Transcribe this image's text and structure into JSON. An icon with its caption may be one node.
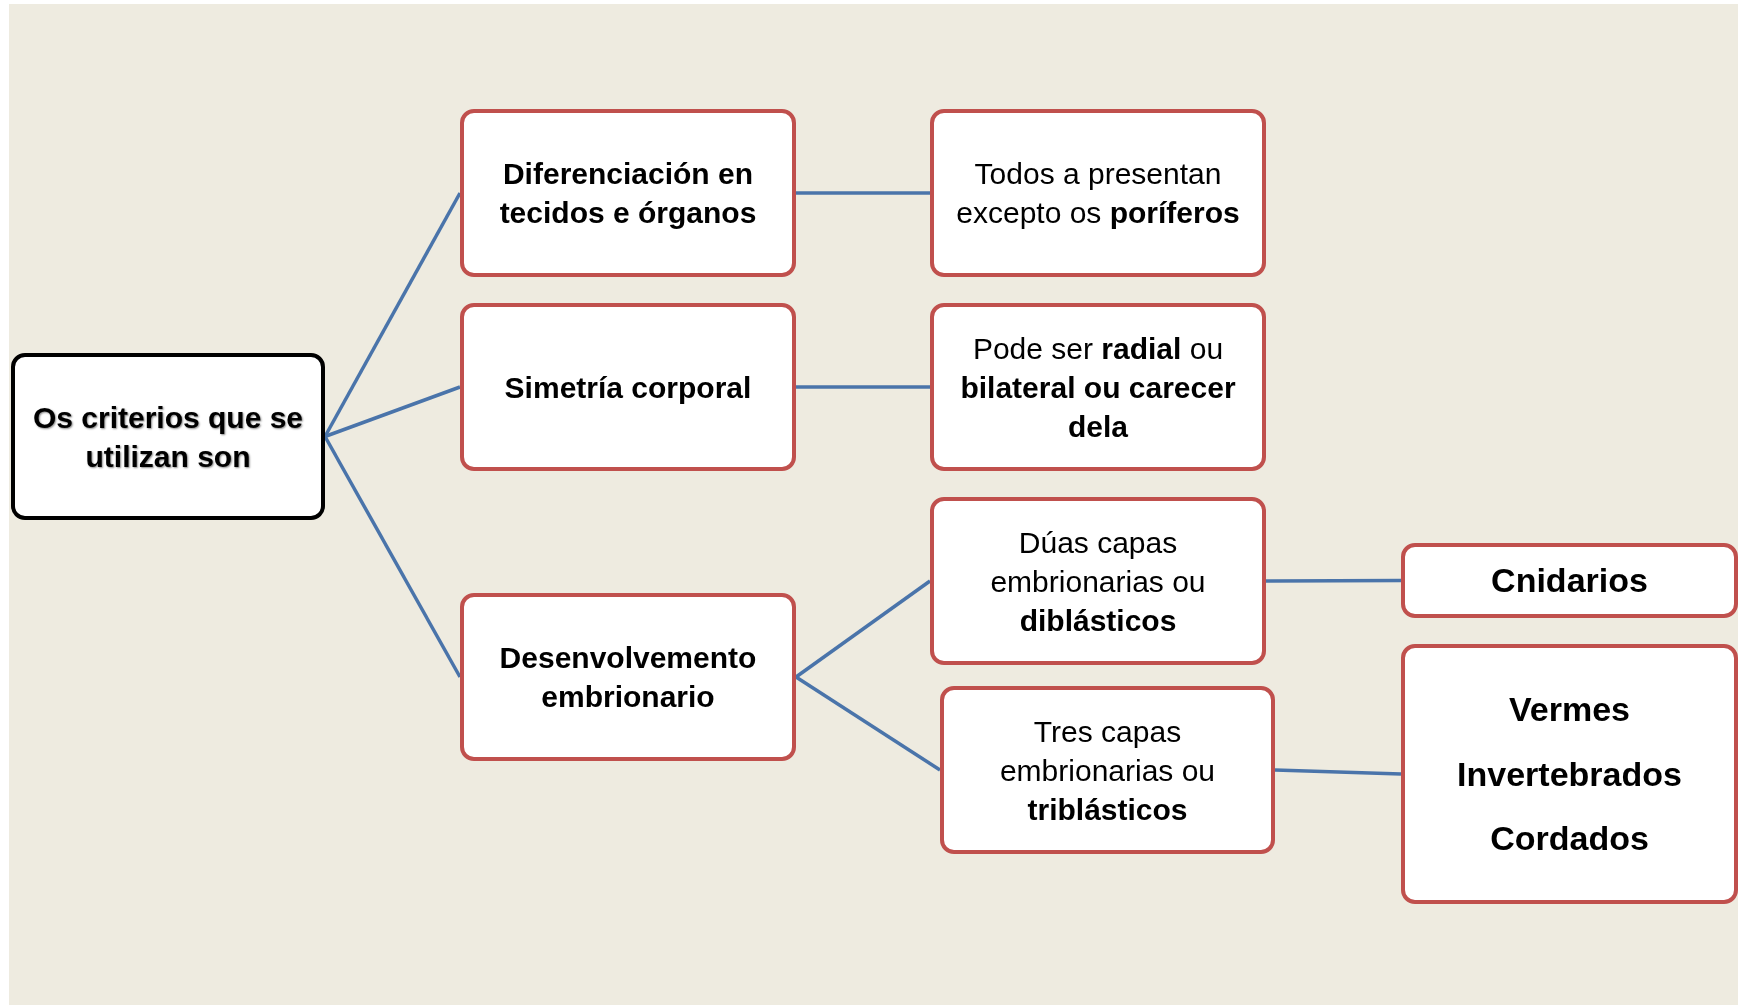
{
  "diagram": {
    "nodes": [
      {
        "text": [
          "Os criterios que se utilizan son"
        ]
      },
      {
        "text": [
          "Diferenciación en tecidos e órganos"
        ]
      },
      {
        "text": [
          "Simetría corporal"
        ]
      },
      {
        "text": [
          "Desenvolvemento embrionario"
        ]
      },
      {
        "text": [
          "Todos a presentan excepto os **poríferos**"
        ]
      },
      {
        "text": [
          "Pode ser **radial** ou **bilateral ou carecer dela**"
        ]
      },
      {
        "text": [
          "Dúas capas embrionarias ou **diblásticos**"
        ]
      },
      {
        "text": [
          "Tres capas embrionarias ou **triblásticos**"
        ]
      },
      {
        "text": [
          "Cnidarios"
        ]
      },
      {
        "text": [
          "Vermes",
          "Invertebrados",
          "Cordados"
        ]
      }
    ],
    "edges": [
      {
        "from": 0,
        "to": 1,
        "arrow": "none"
      },
      {
        "from": 0,
        "to": 2,
        "arrow": "none"
      },
      {
        "from": 0,
        "to": 3,
        "arrow": "none"
      },
      {
        "from": 1,
        "to": 4,
        "arrow": "none"
      },
      {
        "from": 2,
        "to": 5,
        "arrow": "none"
      },
      {
        "from": 3,
        "to": 6,
        "arrow": "none"
      },
      {
        "from": 3,
        "to": 7,
        "arrow": "none"
      },
      {
        "from": 6,
        "to": 8,
        "arrow": "none"
      },
      {
        "from": 7,
        "to": 9,
        "arrow": "none"
      }
    ]
  }
}
